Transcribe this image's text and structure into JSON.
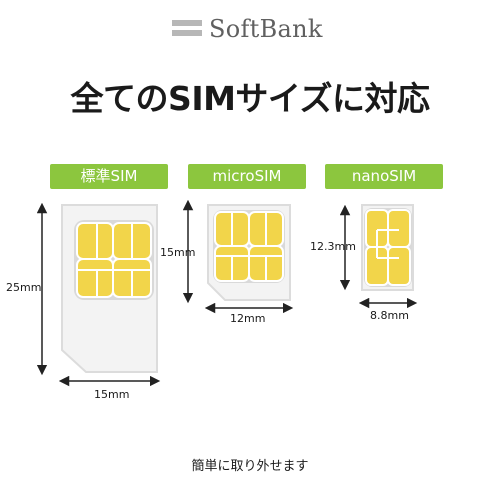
{
  "brand": {
    "name": "SoftBank"
  },
  "headline": "全てのSIMサイズに対応",
  "sim_types": [
    {
      "label": "標準SIM",
      "height_label": "25mm",
      "width_label": "15mm"
    },
    {
      "label": "microSIM",
      "height_label": "15mm",
      "width_label": "12mm"
    },
    {
      "label": "nanoSIM",
      "height_label": "12.3mm",
      "width_label": "8.8mm"
    }
  ],
  "footer_note": "簡単に取り外せます",
  "colors": {
    "accent_green": "#8cc63e",
    "chip_gold": "#f2d54a",
    "logo_gray": "#b7b7b7"
  }
}
